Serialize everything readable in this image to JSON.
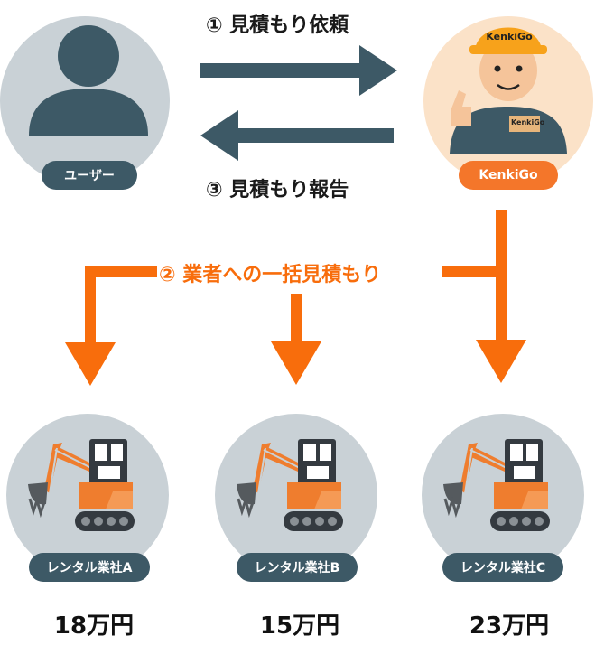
{
  "user": {
    "label": "ユーザー"
  },
  "kenkigo": {
    "label": "KenkiGo",
    "helmet_text": "KenkiGo",
    "badge_text": "KenkiGo"
  },
  "flows": {
    "request": "① 見積もり依頼",
    "report": "③ 見積もり報告",
    "bulk": "② 業者への一括見積もり"
  },
  "companies": [
    {
      "name": "レンタル業社A",
      "price": "18万円"
    },
    {
      "name": "レンタル業社B",
      "price": "15万円"
    },
    {
      "name": "レンタル業社C",
      "price": "23万円"
    }
  ],
  "colors": {
    "slate": "#3d5966",
    "circle_gray": "#c9d1d6",
    "orange": "#f4762a",
    "flow_orange": "#f86d0c",
    "peach": "#fbe2c8"
  }
}
